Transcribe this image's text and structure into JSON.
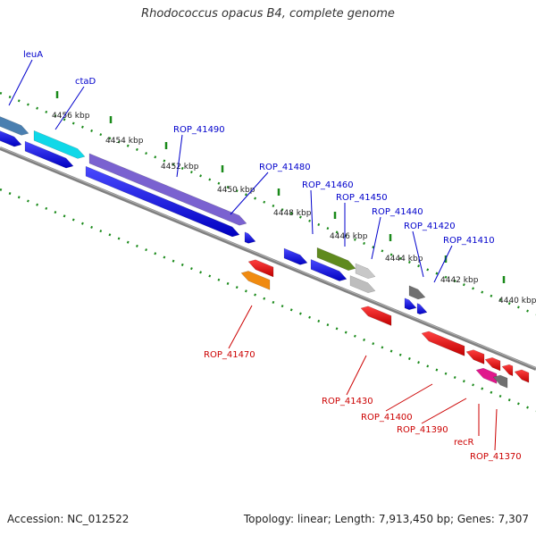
{
  "title": "Rhodococcus opacus B4, complete genome",
  "footer": {
    "accession": "Accession: NC_012522",
    "summary": "Topology: linear; Length: 7,913,450 bp; Genes: 7,307"
  },
  "ticks": [
    "4456 kbp",
    "4454 kbp",
    "4452 kbp",
    "4450 kbp",
    "4448 kbp",
    "4446 kbp",
    "4444 kbp",
    "4442 kbp",
    "4440 kbp"
  ],
  "forward_labels": [
    "leuA",
    "ctaD",
    "ROP_41490",
    "ROP_41480",
    "ROP_41460",
    "ROP_41450",
    "ROP_41440",
    "ROP_41420",
    "ROP_41410"
  ],
  "reverse_labels": [
    "ROP_41470",
    "ROP_41430",
    "ROP_41400",
    "ROP_41390",
    "recR",
    "ROP_41370"
  ],
  "colors": {
    "forward_label": "#0000cc",
    "reverse_label": "#cc0000",
    "backbone": "#808080",
    "dots": "#1a8a1a",
    "cds_forward": "#0000e6",
    "cds_reverse": "#e60000"
  }
}
